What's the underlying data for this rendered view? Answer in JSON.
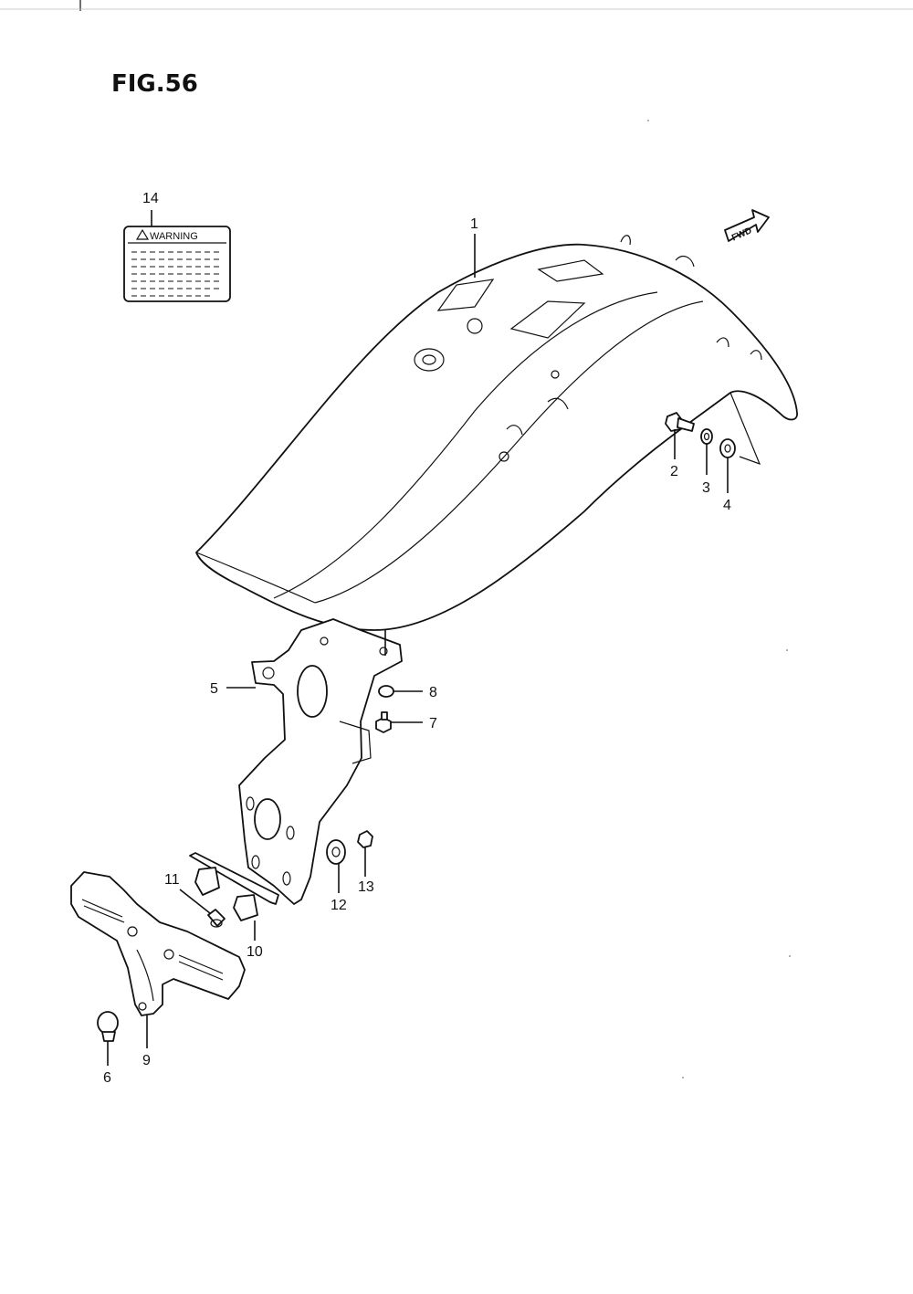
{
  "figure": {
    "title": "FIG.56"
  },
  "warning_label": {
    "text": "WARNING"
  },
  "fwd_arrow": {
    "text": "FWD"
  },
  "callouts": [
    {
      "id": "1",
      "part": "rear-fender"
    },
    {
      "id": "2",
      "part": "bolt"
    },
    {
      "id": "3",
      "part": "lock-washer"
    },
    {
      "id": "4",
      "part": "washer"
    },
    {
      "id": "5",
      "part": "fender-bracket"
    },
    {
      "id": "6",
      "part": "clip"
    },
    {
      "id": "7",
      "part": "bolt"
    },
    {
      "id": "8",
      "part": "nut"
    },
    {
      "id": "9",
      "part": "license-plate-bracket"
    },
    {
      "id": "10",
      "part": "lamp-cushion"
    },
    {
      "id": "11",
      "part": "collar"
    },
    {
      "id": "12",
      "part": "washer"
    },
    {
      "id": "13",
      "part": "nut"
    },
    {
      "id": "14",
      "part": "warning-label"
    }
  ]
}
